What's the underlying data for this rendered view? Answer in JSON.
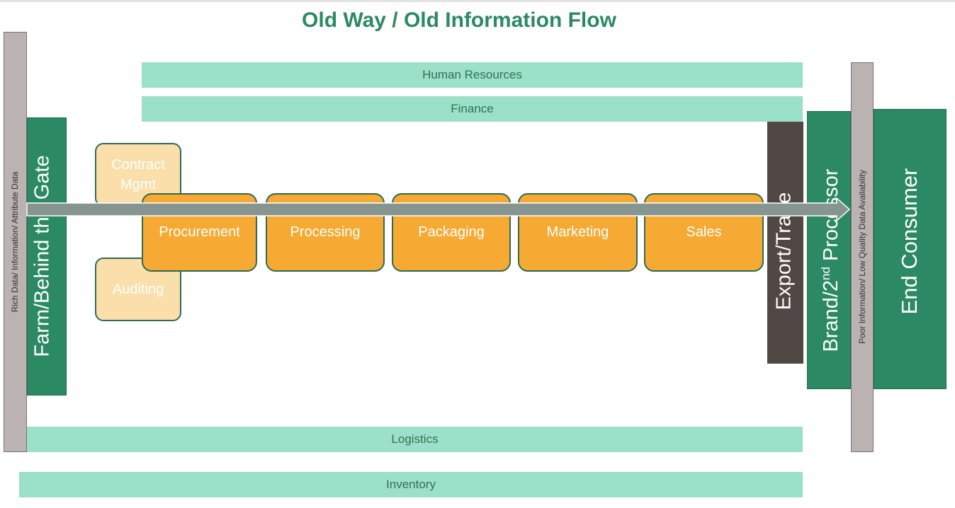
{
  "title": "Old Way / Old Information Flow",
  "bands": {
    "human_resources": "Human Resources",
    "finance": "Finance",
    "logistics": "Logistics",
    "inventory": "Inventory"
  },
  "left_bar_label": "Rich Data/ Information/ Attribute Data",
  "right_bar_label": "Poor Information/ Low Quality Data Availability",
  "columns": {
    "farm": "Farm/Behind the Gate",
    "export": "Export/Trade",
    "brand_prefix": "Brand/2",
    "brand_sup": "nd",
    "brand_suffix": " Processor",
    "end_consumer": "End Consumer"
  },
  "support_boxes": {
    "contract_mgmt": "Contract Mgmt",
    "auditing": "Auditing"
  },
  "stages": [
    "Procurement",
    "Processing",
    "Packaging",
    "Marketing",
    "Sales"
  ],
  "colors": {
    "title": "#2b8a63",
    "band": "#9be0c8",
    "stage": "#f6aa34",
    "support": "#fadfaa",
    "column_green": "#2b8a63",
    "column_dark": "#514846",
    "bar_gray": "#bbb3b1",
    "arrow": "#86958f"
  }
}
